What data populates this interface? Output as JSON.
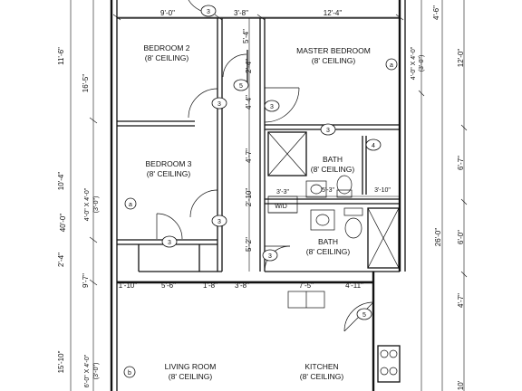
{
  "rooms": {
    "bedroom2": {
      "name": "BEDROOM 2",
      "ceiling": "(8' CEILING)"
    },
    "master": {
      "name": "MASTER BEDROOM",
      "ceiling": "(8' CEILING)"
    },
    "bedroom3": {
      "name": "BEDROOM 3",
      "ceiling": "(8' CEILING)"
    },
    "bath1": {
      "name": "BATH",
      "ceiling": "(8' CEILING)"
    },
    "bath2": {
      "name": "BATH",
      "ceiling": "(8' CEILING)"
    },
    "living": {
      "name": "LIVING ROOM",
      "ceiling": "(8' CEILING)"
    },
    "kitchen": {
      "name": "KITCHEN",
      "ceiling": "(8' CEILING)"
    },
    "wd": "W/D"
  },
  "dims": {
    "top_bed2": "9'-0\"",
    "top_hall": "3'-8\"",
    "top_master": "12'-4\"",
    "right_4_6": "4'-6\"",
    "left_11_6": "11'-6\"",
    "left_16_5": "16'-5\"",
    "left_40_0": "40'-0\"",
    "left_10_4": "10'-4\"",
    "left_2_4": "2'-4\"",
    "left_9_7": "9'-7\"",
    "left_15_10": "15'-10\"",
    "win_bed3": "4'-0\" X 4'-0\"",
    "win_bed3_sub": "(3'-0\")",
    "win_living": "6'-0\" X 4'-0\"",
    "win_living_sub": "(3'-0\")",
    "win_master": "4'-0\" X 4'-0\"",
    "win_master_sub": "(3'-0\")",
    "right_12_0": "12'-0\"",
    "right_6_7": "6'-7\"",
    "right_26_0": "26'-0\"",
    "right_6_0": "6'-0\"",
    "right_4_7": "4'-7\"",
    "right_10": "10'",
    "v_5_4": "5'-4\"",
    "v_2_4": "2'-4\"",
    "v_4_4": "4'-4\"",
    "v_4_7": "4'-7\"",
    "v_2_10": "2'-10\"",
    "v_5_2": "5'-2\"",
    "closet_3_3": "3'-3\"",
    "closet_5_3": "5'-3\"",
    "closet_3_10": "3'-10\"",
    "b_1_10": "1'-10\"",
    "b_5_6": "5'-6\"",
    "b_1_8": "1'-8\"",
    "b_3_8": "3'-8\"",
    "b_7_5": "7'-5\"",
    "b_4_11": "4'-11\""
  },
  "tags": {
    "three": "3",
    "four": "4",
    "five": "5",
    "a": "a",
    "b": "b"
  }
}
